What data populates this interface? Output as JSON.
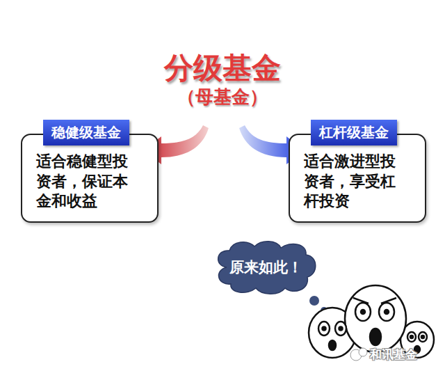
{
  "diagram": {
    "title": "分级基金",
    "nodes": [
      {
        "text": [
          "稳健级基金",
          "适合稳健型投资者，保证本金和收益"
        ]
      },
      {
        "text": [
          "杠杆级基金",
          "适合激进型投资者，享受杠杆投资"
        ]
      },
      {
        "text": [
          "原来如此！"
        ]
      }
    ],
    "labels": [
      "（母基金）",
      "和讯基金"
    ]
  }
}
